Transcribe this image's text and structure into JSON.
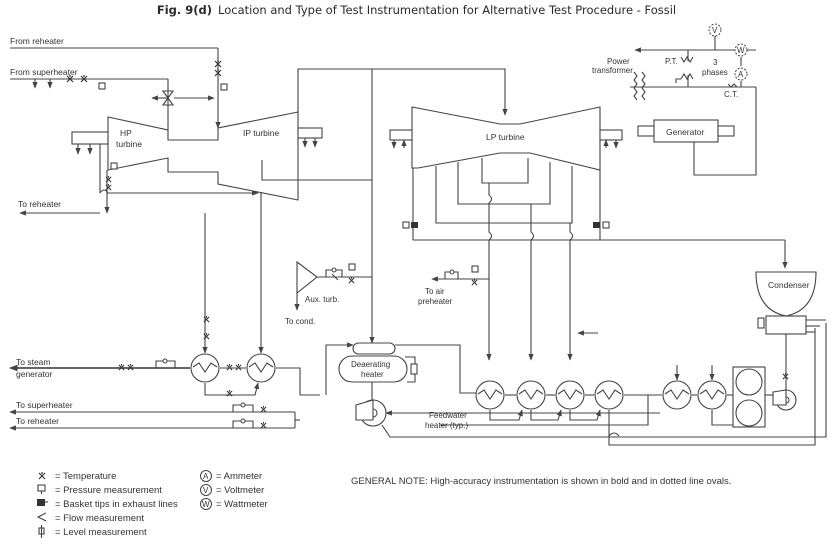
{
  "title": {
    "figure_number": "Fig. 9(d)",
    "caption": "Location and Type of Test Instrumentation for Alternative Test Procedure - Fossil"
  },
  "labels": {
    "from_reheater": "From reheater",
    "from_superheater": "From superheater",
    "hp_turbine_line1": "HP",
    "hp_turbine_line2": "turbine",
    "ip_turbine": "IP turbine",
    "lp_turbine": "LP turbine",
    "to_reheater_top": "To reheater",
    "power_transformer_line1": "Power",
    "power_transformer_line2": "transformer",
    "pt": "P.T.",
    "phases_line1": "3",
    "phases_line2": "phases",
    "ct": "C.T.",
    "generator": "Generator",
    "aux_turb": "Aux. turb.",
    "to_cond": "To cond.",
    "to_air_line1": "To air",
    "to_air_line2": "preheater",
    "deaerating_line1": "Deaerating",
    "deaerating_line2": "heater",
    "condenser": "Condenser",
    "to_steam_line1": "To steam",
    "to_steam_line2": "generator",
    "to_superheater": "To superheater",
    "to_reheater_bottom": "To reheater",
    "feedwater_line1": "Feedwater",
    "feedwater_line2": "heater (typ.)",
    "meter_v": "V",
    "meter_w": "W",
    "meter_a": "A"
  },
  "legend": {
    "left": [
      {
        "icon": "temperature-icon",
        "glyph": "⋇",
        "text": "= Temperature"
      },
      {
        "icon": "pressure-icon",
        "glyph": "▭",
        "text": "= Pressure measurement"
      },
      {
        "icon": "basket-tip-icon",
        "glyph": "◩",
        "text": "= Basket tips in exhaust lines"
      },
      {
        "icon": "flow-icon",
        "glyph": "<",
        "text": "= Flow measurement"
      },
      {
        "icon": "level-icon",
        "glyph": "ḋ",
        "text": "= Level measurement"
      }
    ],
    "right": [
      {
        "icon": "ammeter-icon",
        "glyph": "A",
        "text": "= Ammeter"
      },
      {
        "icon": "voltmeter-icon",
        "glyph": "V",
        "text": "= Voltmeter"
      },
      {
        "icon": "wattmeter-icon",
        "glyph": "W",
        "text": "= Wattmeter"
      }
    ]
  },
  "general_note": "GENERAL NOTE: High-accuracy instrumentation is shown in bold and in dotted line ovals."
}
